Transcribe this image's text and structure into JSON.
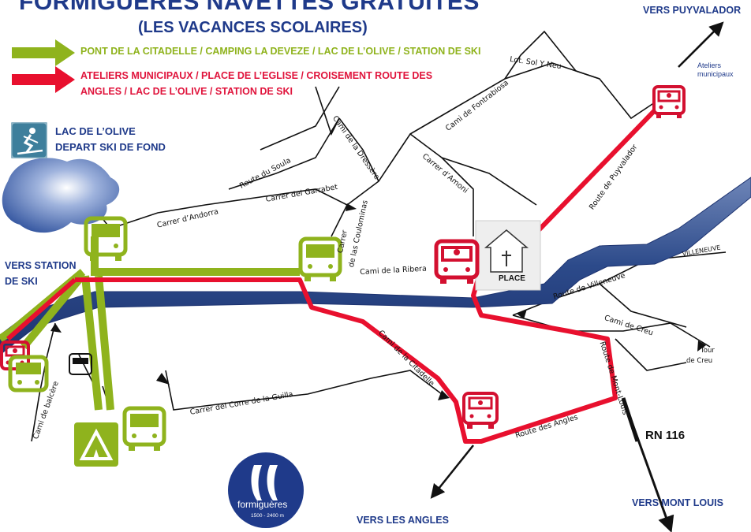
{
  "header": {
    "title": "FORMIGUÈRES NAVETTES GRATUITES",
    "subtitle": "(LES VACANCES SCOLAIRES)"
  },
  "legend": {
    "green_route": "PONT DE LA CITADELLE / CAMPING LA DEVEZE / LAC DE L’OLIVE  / STATION DE SKI",
    "red_route": "ATELIERS MUNICIPAUX / PLACE DE L’EGLISE / CROISEMENT ROUTE DES ANGLES / LAC DE L’OLIVE / STATION DE SKI",
    "green_color": "#8fb31d",
    "red_color": "#e8102e"
  },
  "lake": {
    "line1": "LAC DE L’OLIVE",
    "line2": "DEPART SKI DE FOND",
    "icon": "cross-country-ski-icon"
  },
  "directions": {
    "puyvalador": "VERS PUYVALADOR",
    "station": "VERS STATION",
    "station2": "DE SKI",
    "les_angles": "VERS LES ANGLES",
    "mont_louis": "VERS MONT LOUIS"
  },
  "ateliers": {
    "line1": "Ateliers",
    "line2": "municipaux"
  },
  "place_label": "PLACE",
  "road_number": "RN 116",
  "streets": {
    "sol_y_neu": "Lot. Sol Y Neu",
    "fontrabiosa": "Cami de Fontrabiosa",
    "dressere": "Cami de la Dressère",
    "soula": "Route du Soula",
    "garrabet": "Carrer del Garrabet",
    "andorra": "Carrer d’Andorra",
    "amoni": "Carrer d’Amoni",
    "puyvalador_route": "Route de Puyvalador",
    "carrer": "Carrer",
    "coulominas": "de las Coulominas",
    "ribera": "Cami de la Ribera",
    "villeneuve_caps": "VILLENEUVE",
    "villeneuve_route": "Route de Villeneuve",
    "creu": "Cami de Creu",
    "tour": "Tour",
    "de_creu": "de Creu",
    "citadelle": "Cami de la Citadelle",
    "mont_louis_route": "Route de Mont-Louis",
    "angles_route": "Route des Angles",
    "guilla": "Carrer del Corre de la Guilla",
    "balcere": "Cami de balcère"
  },
  "logo": {
    "name": "formiguères",
    "altitude": "1500 - 2400 m"
  }
}
